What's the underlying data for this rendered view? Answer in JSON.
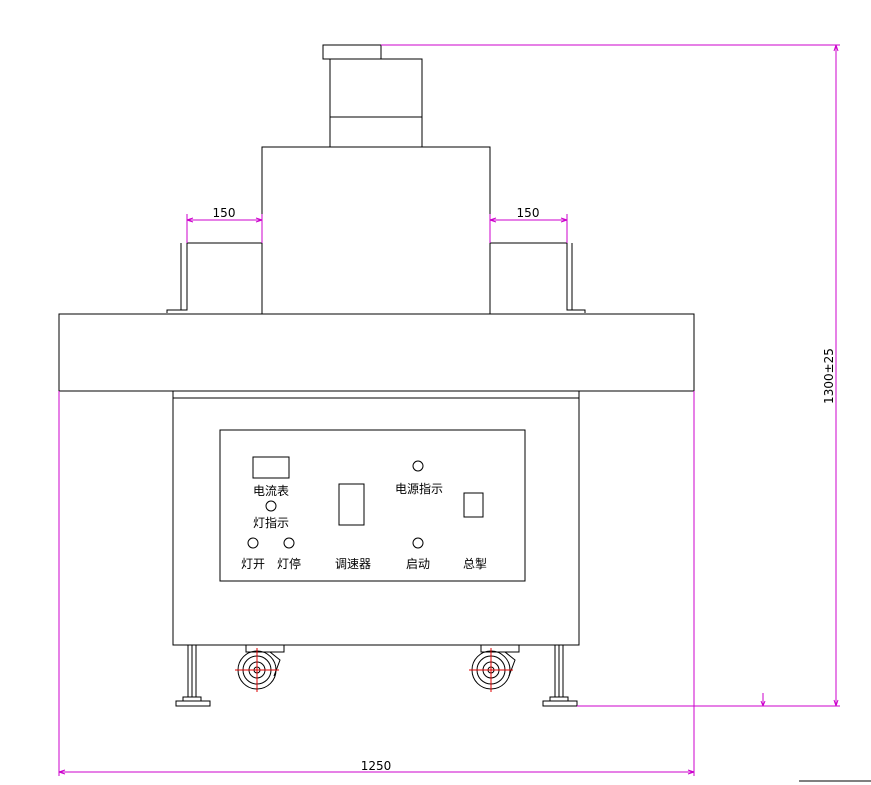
{
  "dimensions": {
    "left_offset": "150",
    "right_offset": "150",
    "height": "1300±25",
    "width": "1250"
  },
  "panel": {
    "ammeter_label": "电流表",
    "lamp_indicator_label": "灯指示",
    "power_indicator_label": "电源指示",
    "lamp_on_label": "灯开",
    "lamp_off_label": "灯停",
    "speed_controller_label": "调速器",
    "start_label": "启动",
    "main_control_label": "总掣"
  },
  "colors": {
    "outline": "#000000",
    "dimension_line": "#cc00cc",
    "wheel_center": "#e00000"
  }
}
